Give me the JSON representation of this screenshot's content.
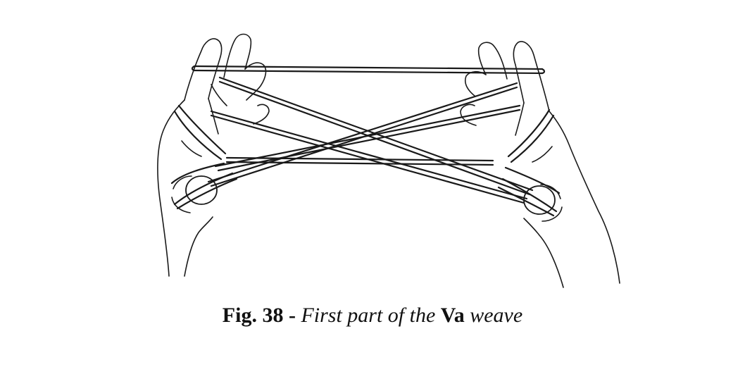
{
  "figure": {
    "caption": {
      "label": "Fig. 38 -",
      "text_part1": "First part of the",
      "emphasis": "Va",
      "text_part2": "weave"
    },
    "ink_color": "#1a1a1a",
    "background": "#ffffff"
  }
}
